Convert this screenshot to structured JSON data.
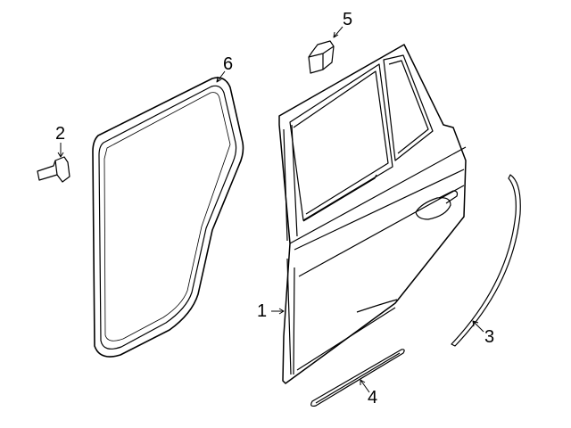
{
  "diagram": {
    "callouts": [
      {
        "number": "1",
        "part": "door-shell"
      },
      {
        "number": "2",
        "part": "bracket"
      },
      {
        "number": "3",
        "part": "rear-trim-strip"
      },
      {
        "number": "4",
        "part": "lower-molding"
      },
      {
        "number": "5",
        "part": "clip"
      },
      {
        "number": "6",
        "part": "weatherstrip"
      }
    ]
  }
}
